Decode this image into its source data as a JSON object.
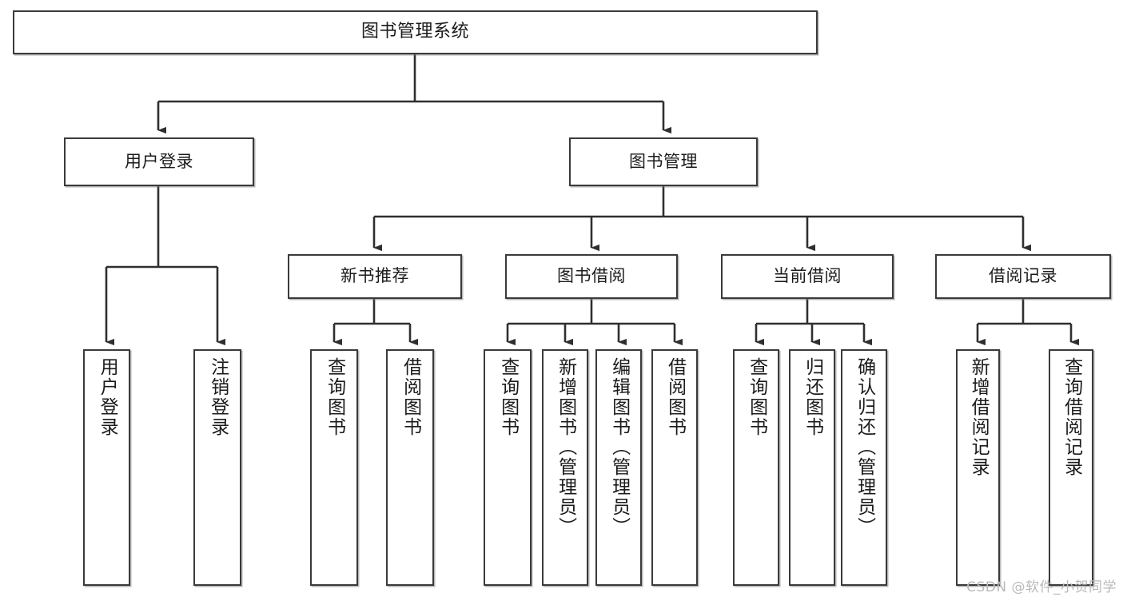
{
  "diagram": {
    "title": "图书管理系统",
    "type": "tree-hierarchy-chart",
    "colors": {
      "box_border": "#3a3a3a",
      "box_fill": "#ffffff",
      "connector": "#2f2f2f",
      "text": "#1b1b1b",
      "watermark": "#b9b9b9"
    },
    "root": {
      "label": "图书管理系统"
    },
    "level2": [
      {
        "label": "用户登录"
      },
      {
        "label": "图书管理"
      }
    ],
    "level3": [
      {
        "label": "新书推荐"
      },
      {
        "label": "图书借阅"
      },
      {
        "label": "当前借阅"
      },
      {
        "label": "借阅记录"
      }
    ],
    "leaves": {
      "user_login": [
        {
          "label": "用户登录"
        },
        {
          "label": "注销登录"
        }
      ],
      "new_book_recommend": [
        {
          "label": "查询图书"
        },
        {
          "label": "借阅图书"
        }
      ],
      "book_borrow": [
        {
          "label": "查询图书"
        },
        {
          "label": "新增图书（管理员）"
        },
        {
          "label": "编辑图书（管理员）"
        },
        {
          "label": "借阅图书"
        }
      ],
      "current_borrow": [
        {
          "label": "查询图书"
        },
        {
          "label": "归还图书"
        },
        {
          "label": "确认归还（管理员）"
        }
      ],
      "borrow_record": [
        {
          "label": "新增借阅记录"
        },
        {
          "label": "查询借阅记录"
        }
      ]
    }
  },
  "watermark": {
    "text": "CSDN @软件_小贺同学"
  }
}
